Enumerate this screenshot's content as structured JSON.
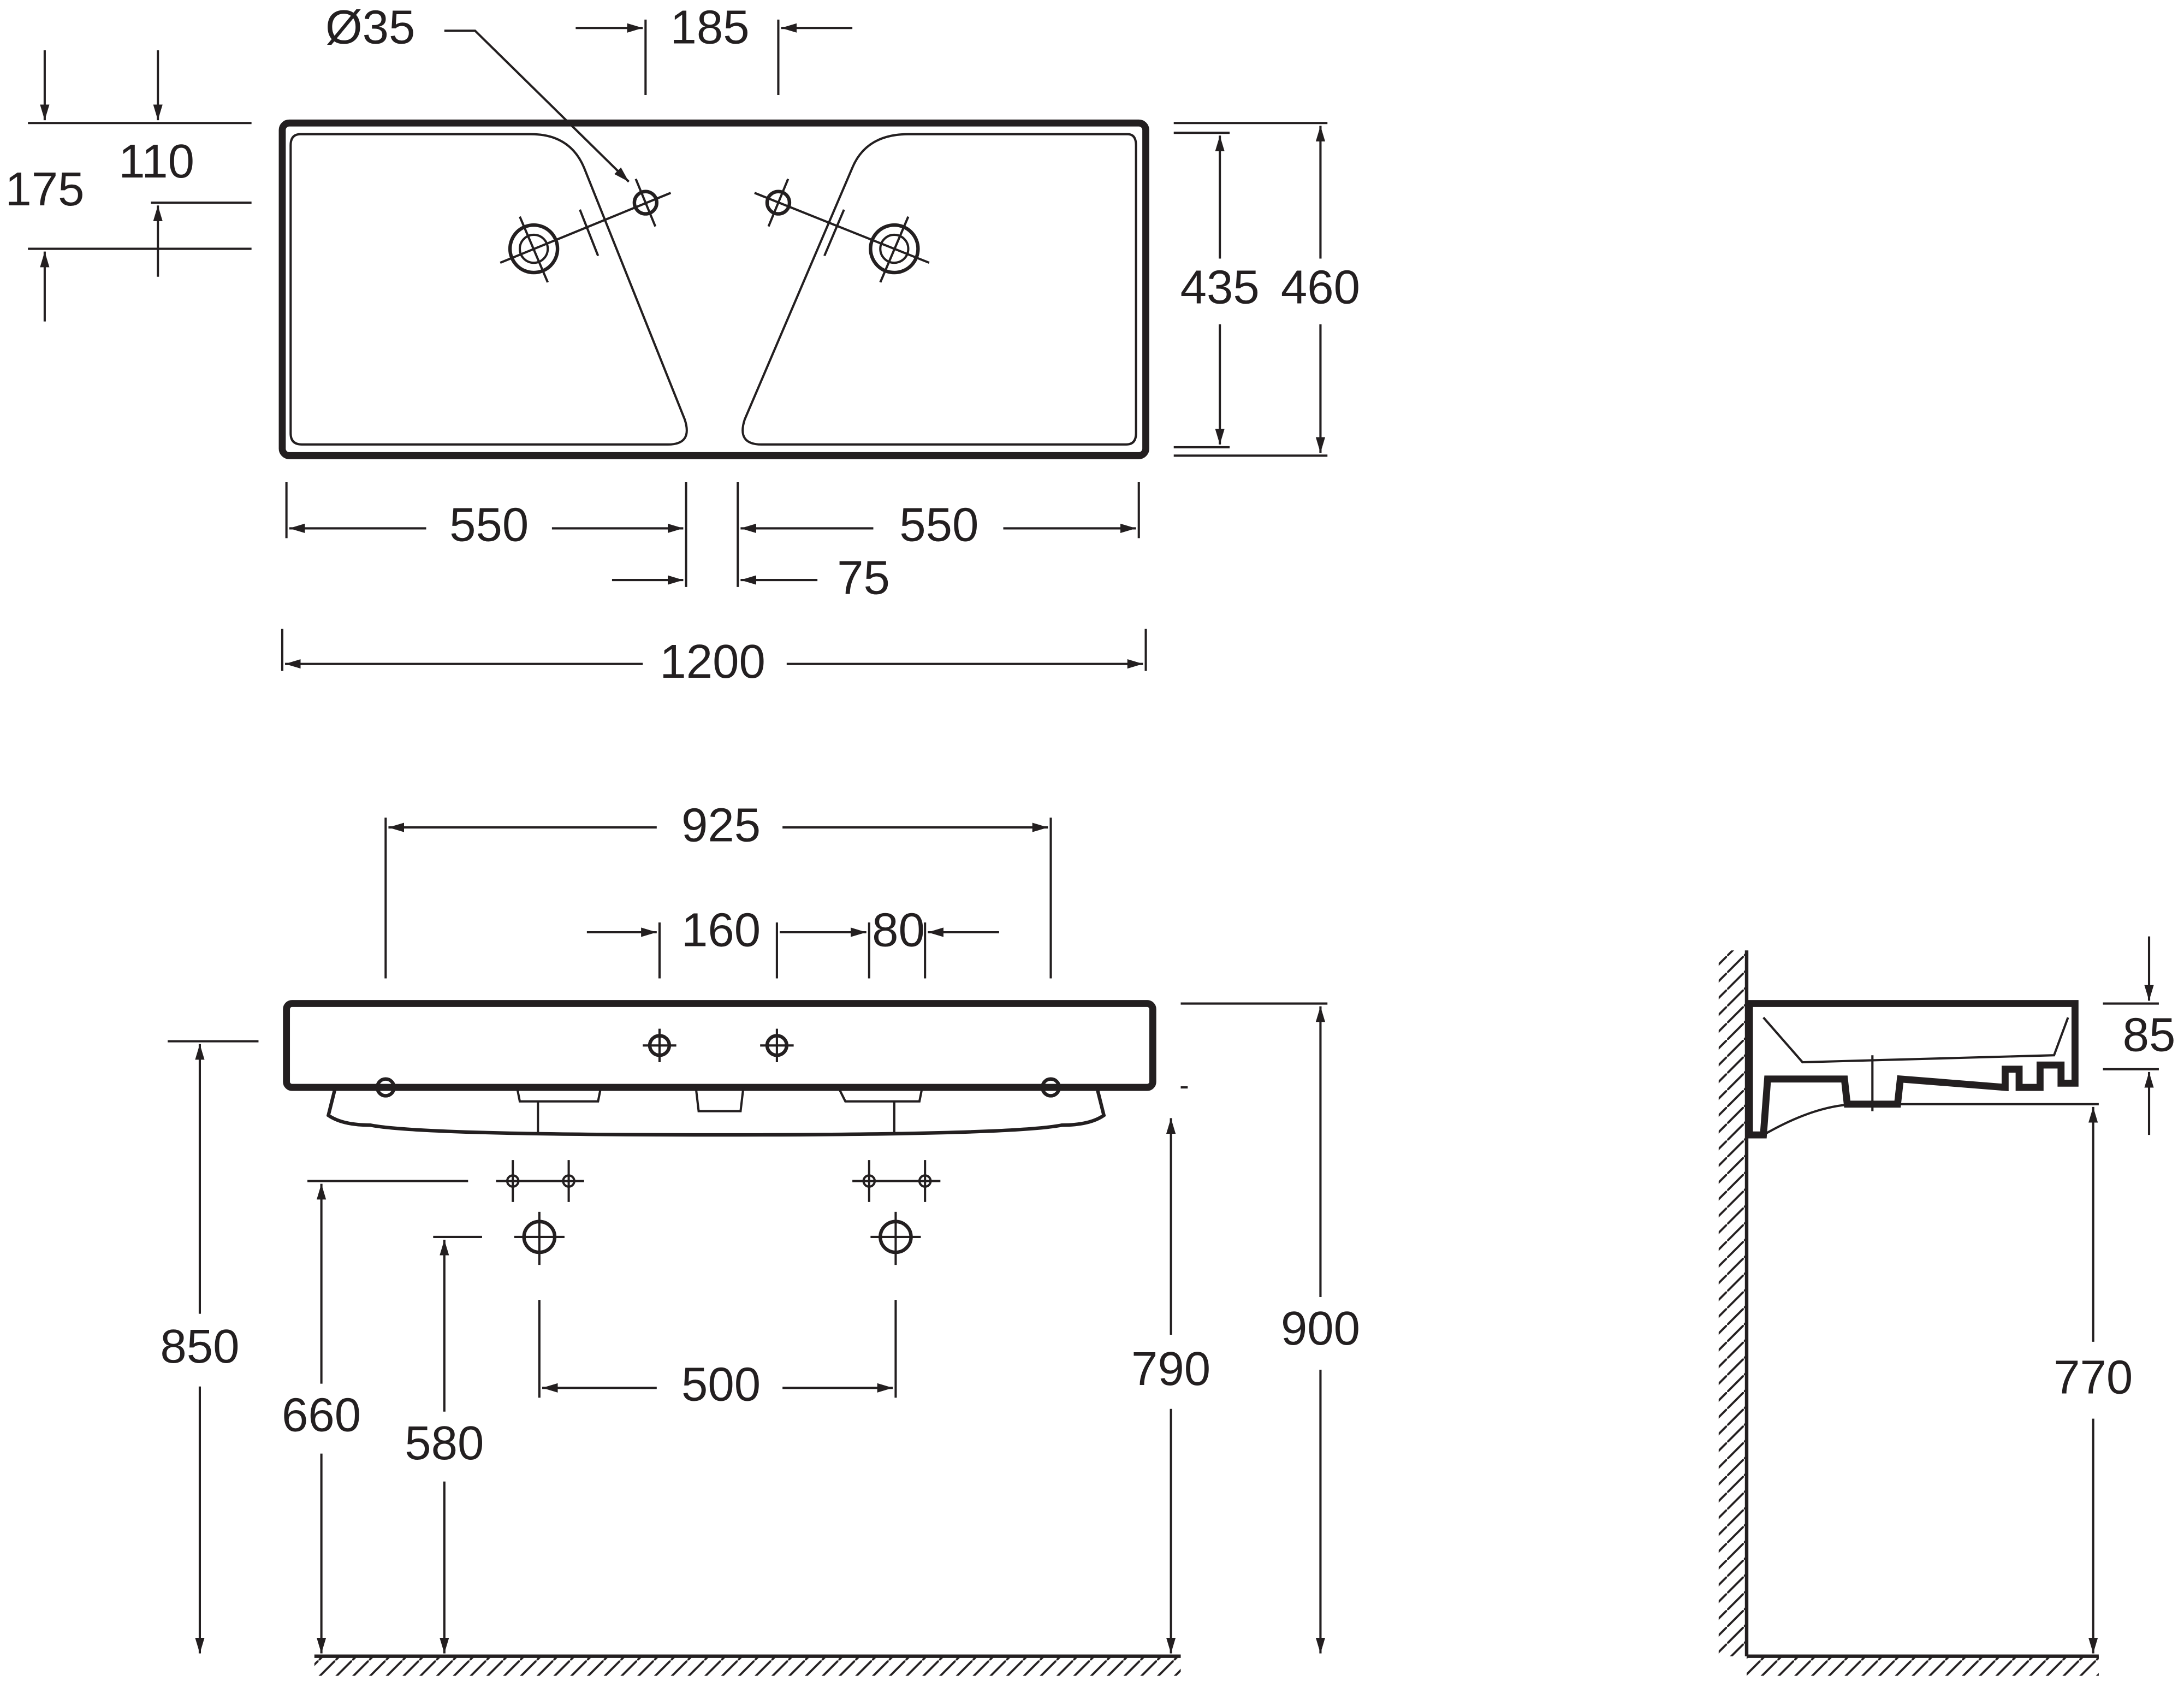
{
  "top_view": {
    "tap_hole_diameter": "Ø35",
    "tap_spacing": "185",
    "tap_offset_110": "110",
    "tap_offset_175": "175",
    "inner_depth": "435",
    "outer_depth": "460",
    "basin_width_left": "550",
    "basin_width_right": "550",
    "divider_width": "75",
    "overall_width": "1200"
  },
  "front_view": {
    "bracket_span": "925",
    "fixing_160": "160",
    "fixing_80": "80",
    "top_height_850": "850",
    "supply_height_660": "660",
    "waste_height_580": "580",
    "waste_spacing": "500",
    "underside_height_790": "790",
    "rim_height_900": "900"
  },
  "side_view": {
    "basin_depth": "85",
    "underside_height": "770"
  },
  "colors": {
    "line": "#231f20",
    "background": "#ffffff"
  }
}
